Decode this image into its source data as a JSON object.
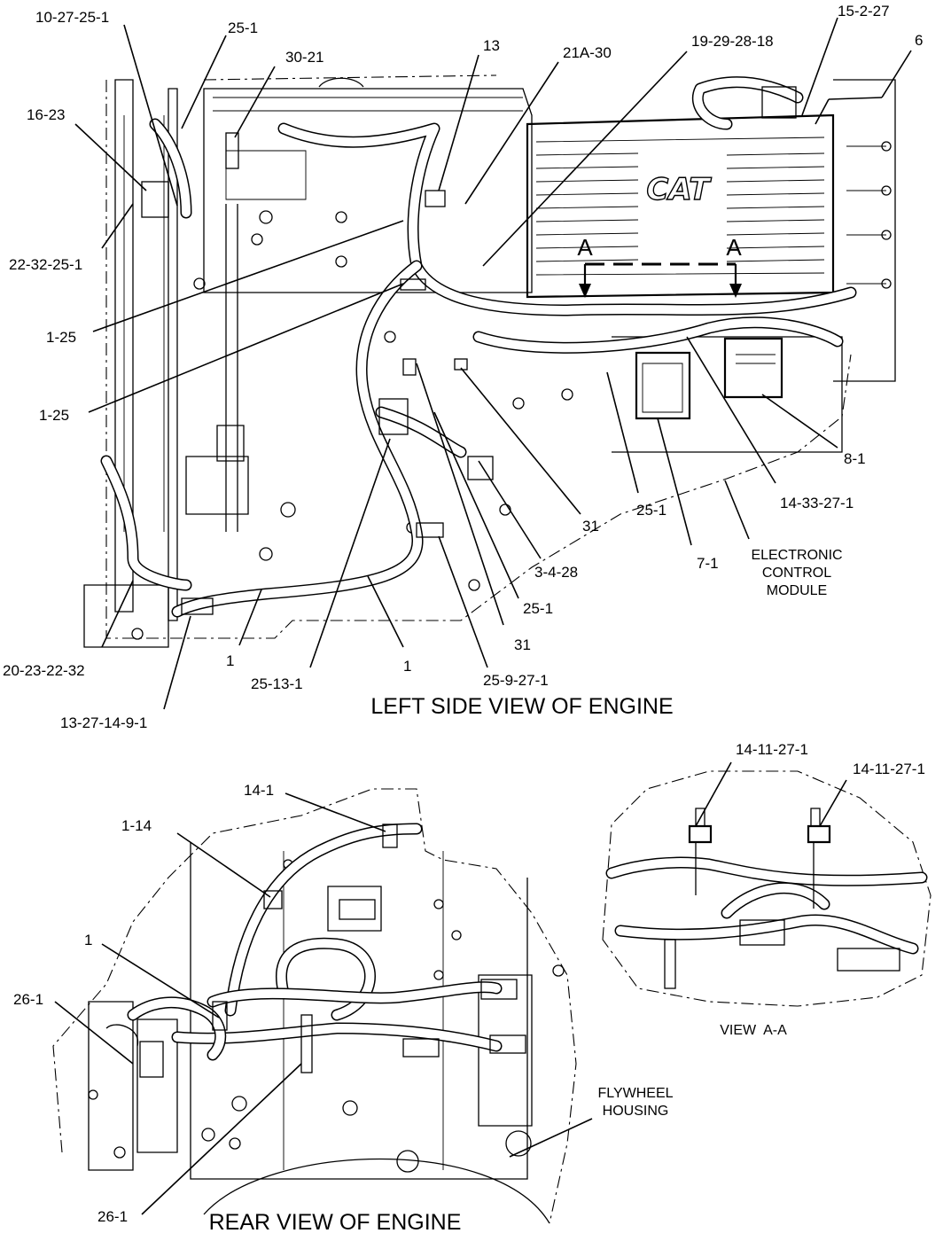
{
  "views": {
    "left_side_title": "LEFT SIDE VIEW OF ENGINE",
    "rear_title": "REAR VIEW OF ENGINE",
    "section_caption": "VIEW  A-A",
    "section_marker_left": "A",
    "section_marker_right": "A",
    "brand_mark": "CAT"
  },
  "ecm_label": [
    "ELECTRONIC",
    "CONTROL",
    "MODULE"
  ],
  "flywheel_label": [
    "FLYWHEEL",
    "HOUSING"
  ],
  "callouts": [
    "10-27-25-1",
    "25-1",
    "30-21",
    "16-23",
    "22-32-25-1",
    "13",
    "21A-30",
    "19-29-28-18",
    "15-2-27",
    "6",
    "1-25",
    "1-25",
    "8-1",
    "14-33-27-1",
    "31",
    "25-1",
    "7-1",
    "3-4-28",
    "25-1",
    "31",
    "1",
    "1",
    "20-23-22-32",
    "25-13-1",
    "25-9-27-1",
    "13-27-14-9-1",
    "14-11-27-1",
    "14-11-27-1",
    "14-1",
    "1-14",
    "1",
    "26-1",
    "26-1"
  ]
}
